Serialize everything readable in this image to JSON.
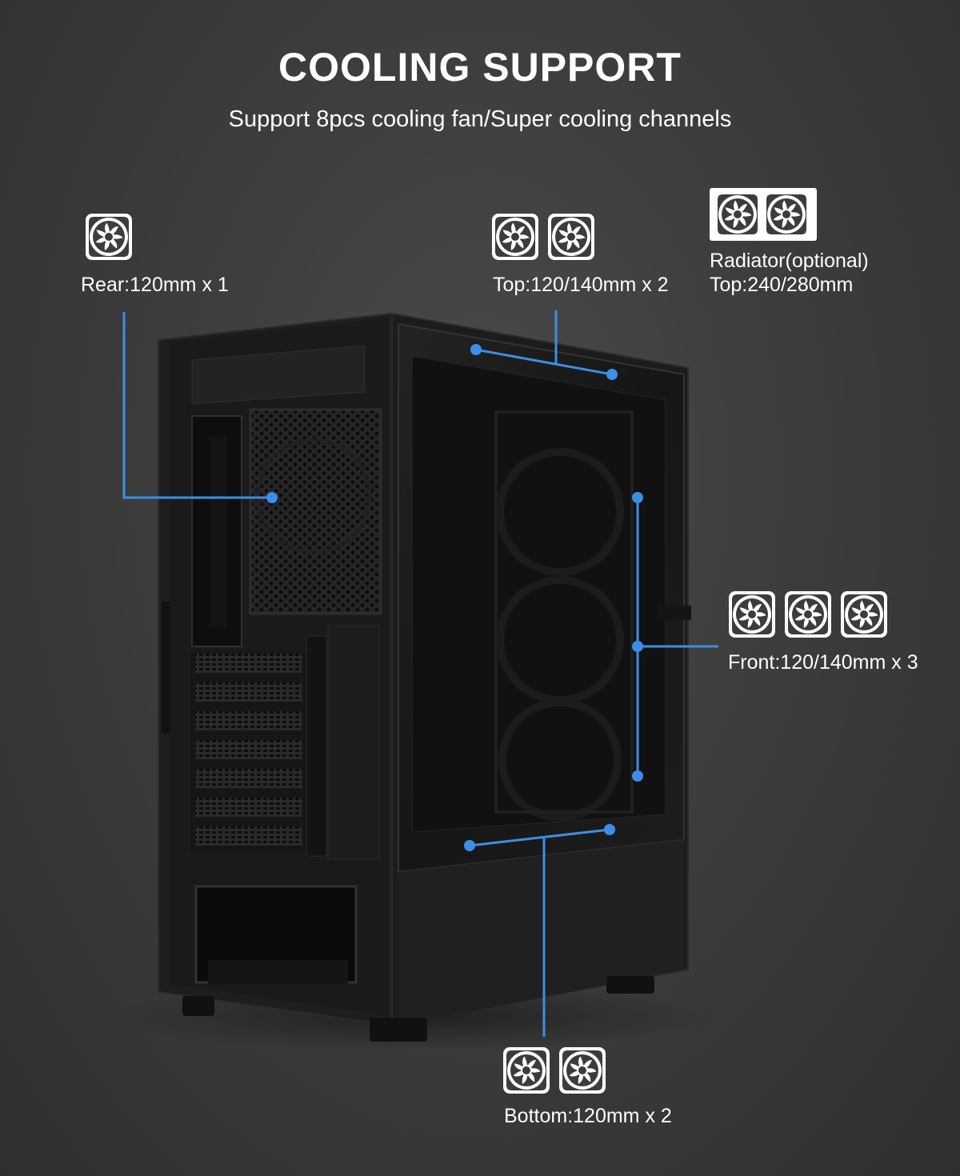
{
  "header": {
    "title": "COOLING SUPPORT",
    "subtitle": "Support 8pcs cooling fan/Super cooling channels"
  },
  "callouts": {
    "rear": {
      "label": "Rear:120mm x 1",
      "fan_count": 1
    },
    "top": {
      "label": "Top:120/140mm x 2",
      "fan_count": 2
    },
    "radiator": {
      "line1": "Radiator(optional)",
      "line2": "Top:240/280mm"
    },
    "front": {
      "label": "Front:120/140mm x 3",
      "fan_count": 3
    },
    "bottom": {
      "label": "Bottom:120mm x 2",
      "fan_count": 2
    }
  },
  "colors": {
    "accent": "#3d8ee6",
    "text": "#ffffff",
    "case": "#1b1b1b"
  },
  "icons": {
    "fan": "fan-icon",
    "radiator": "radiator-icon"
  }
}
